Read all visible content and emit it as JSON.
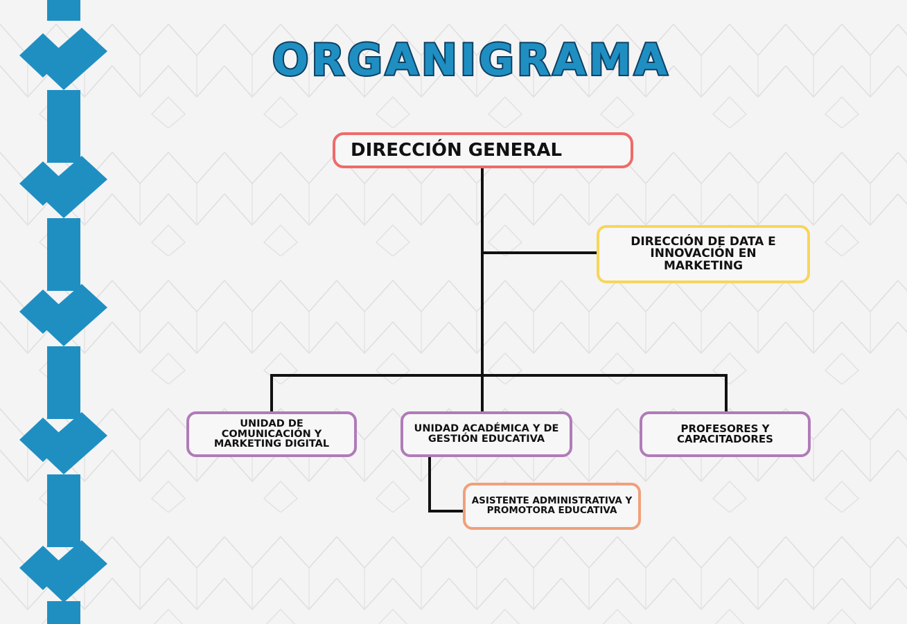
{
  "title": "ORGANIGRAMA",
  "colors": {
    "title_fill": "#1f8fc2",
    "title_stroke": "#0d3f63",
    "border_blue": "#1f8fc2",
    "line": "#111111",
    "node_red": "#f06a6a",
    "node_yellow": "#f7d659",
    "node_purple": "#b07bb8",
    "node_orange": "#f0a07a"
  },
  "nodes": {
    "direccion_general": "DIRECCIÓN GENERAL",
    "direccion_data": "DIRECCIÓN DE DATA E INNOVACIÓN EN MARKETING",
    "unidad_comunicacion": "UNIDAD DE COMUNICACIÓN Y MARKETING DIGITAL",
    "unidad_academica": "UNIDAD ACADÉMICA Y DE GESTIÓN EDUCATIVA",
    "profesores": "PROFESORES Y CAPACITADORES",
    "asistente": "ASISTENTE ADMINISTRATIVA Y PROMOTORA EDUCATIVA"
  }
}
